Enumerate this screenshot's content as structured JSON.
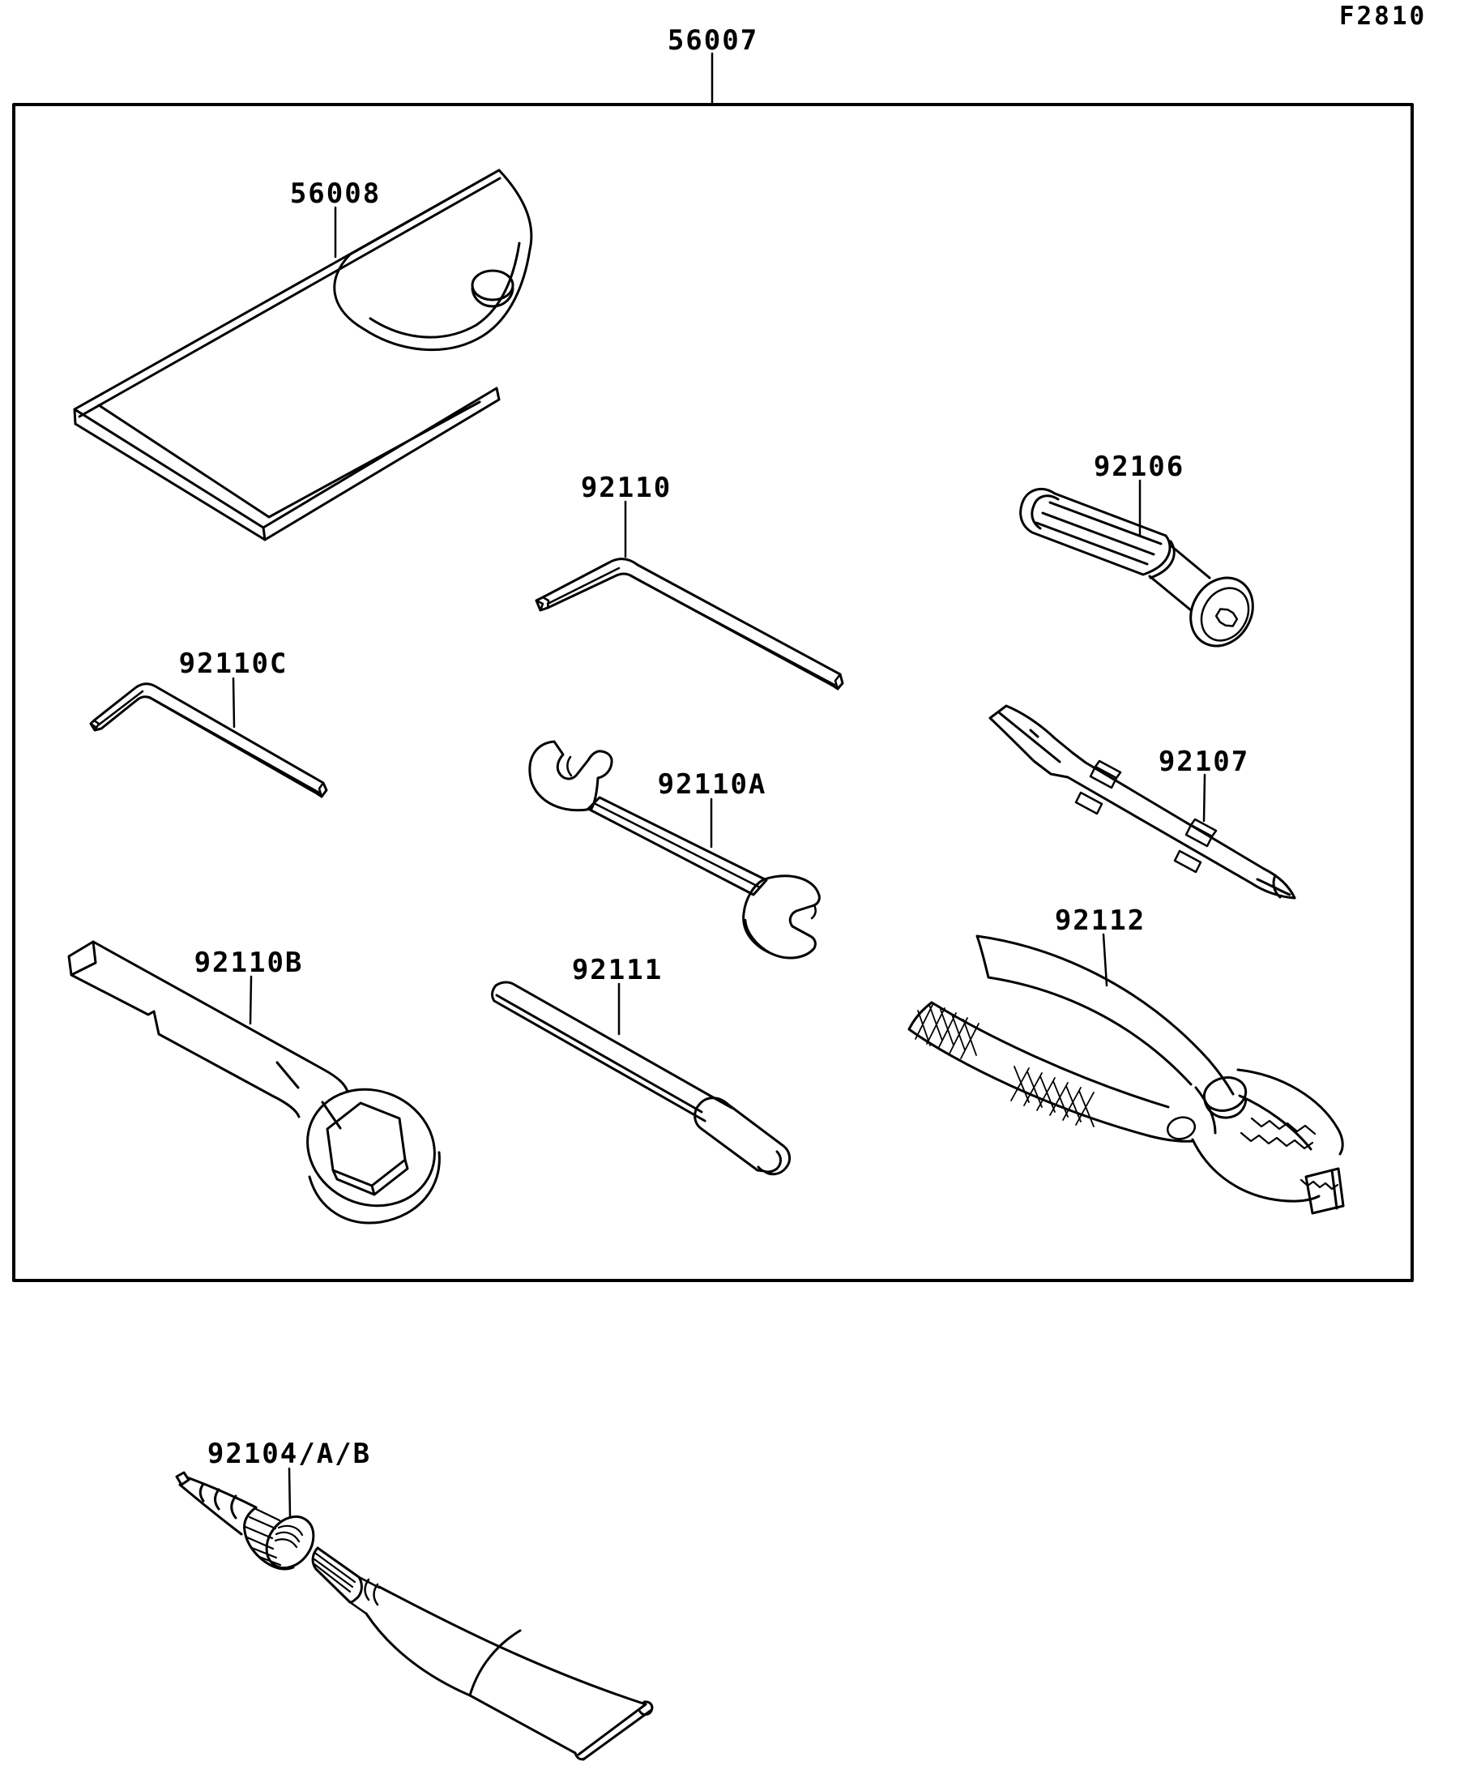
{
  "figure_code": "F2810",
  "colors": {
    "ink": "#000000",
    "paper": "#ffffff"
  },
  "kit": {
    "label": "56007"
  },
  "parts": [
    {
      "label": "56008",
      "name": "tool-bag"
    },
    {
      "label": "92110",
      "name": "wrench-allen-large"
    },
    {
      "label": "92106",
      "name": "wrench-grip-handle"
    },
    {
      "label": "92110C",
      "name": "wrench-allen-small"
    },
    {
      "label": "92110A",
      "name": "wrench-open-end"
    },
    {
      "label": "92107",
      "name": "screwdriver-double-end"
    },
    {
      "label": "92110B",
      "name": "wrench-box-end"
    },
    {
      "label": "92111",
      "name": "grip-bar"
    },
    {
      "label": "92112",
      "name": "pliers"
    },
    {
      "label": "92104/A/B",
      "name": "sealant-tube"
    }
  ]
}
